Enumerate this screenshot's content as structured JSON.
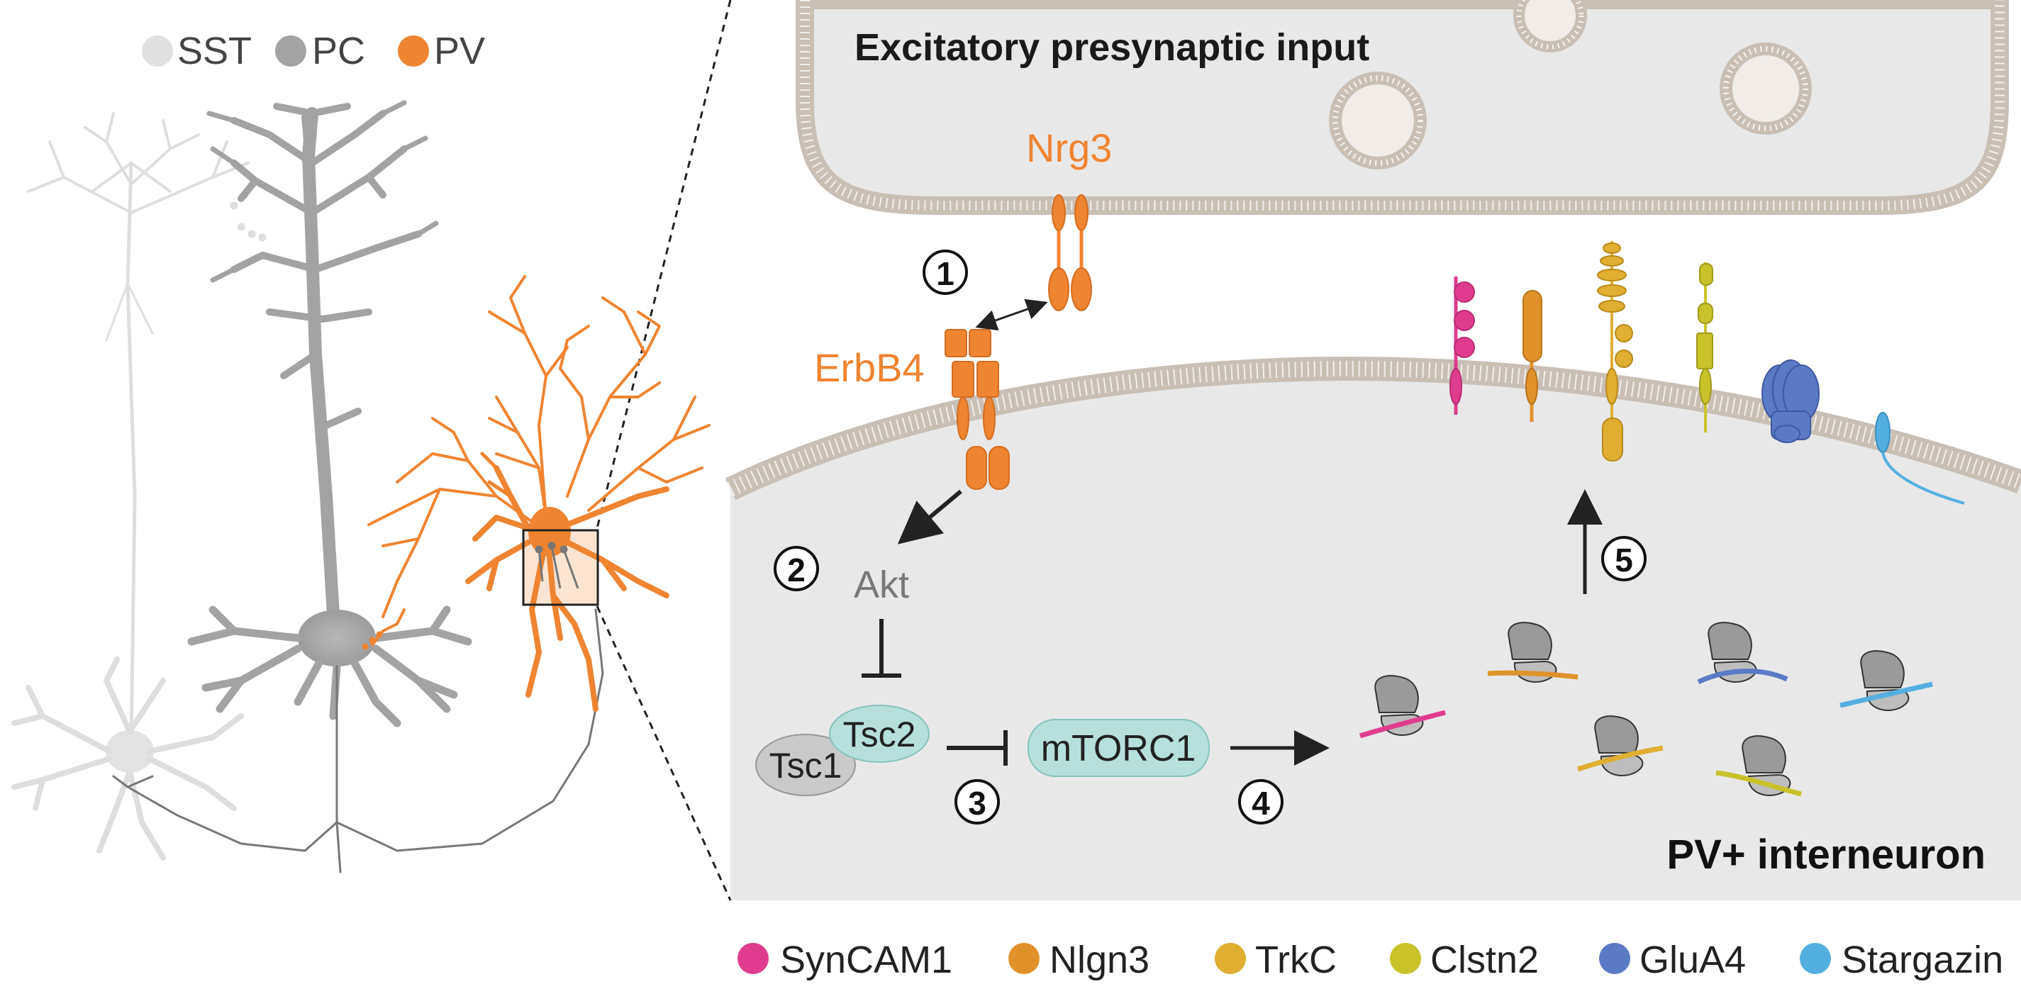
{
  "cell_legend": {
    "items": [
      {
        "label": "SST",
        "color": "#e0e0e0"
      },
      {
        "label": "PC",
        "color": "#a3a3a3"
      },
      {
        "label": "PV",
        "color": "#ef8431"
      }
    ]
  },
  "presynaptic_title": "Excitatory presynaptic input",
  "postsynaptic_title": "PV+ interneuron",
  "labels": {
    "nrg3": "Nrg3",
    "erbb4": "ErbB4",
    "akt": "Akt",
    "tsc1": "Tsc1",
    "tsc2": "Tsc2",
    "mtorc1": "mTORC1"
  },
  "steps": [
    "1",
    "2",
    "3",
    "4",
    "5"
  ],
  "protein_legend": {
    "items": [
      {
        "label": "SynCAM1",
        "color": "#e03c8e"
      },
      {
        "label": "Nlgn3",
        "color": "#e0922a"
      },
      {
        "label": "TrkC",
        "color": "#e0ae30"
      },
      {
        "label": "Clstn2",
        "color": "#c8c32a"
      },
      {
        "label": "GluA4",
        "color": "#5b7ac4"
      },
      {
        "label": "Stargazin",
        "color": "#54afe0"
      }
    ]
  },
  "colors": {
    "orange": "#ef8431",
    "panel_bg": "#e8e8e8",
    "membrane": "#c9bfb5",
    "teal": "#b6e0dc",
    "ribosome": "#9a9a9a"
  }
}
